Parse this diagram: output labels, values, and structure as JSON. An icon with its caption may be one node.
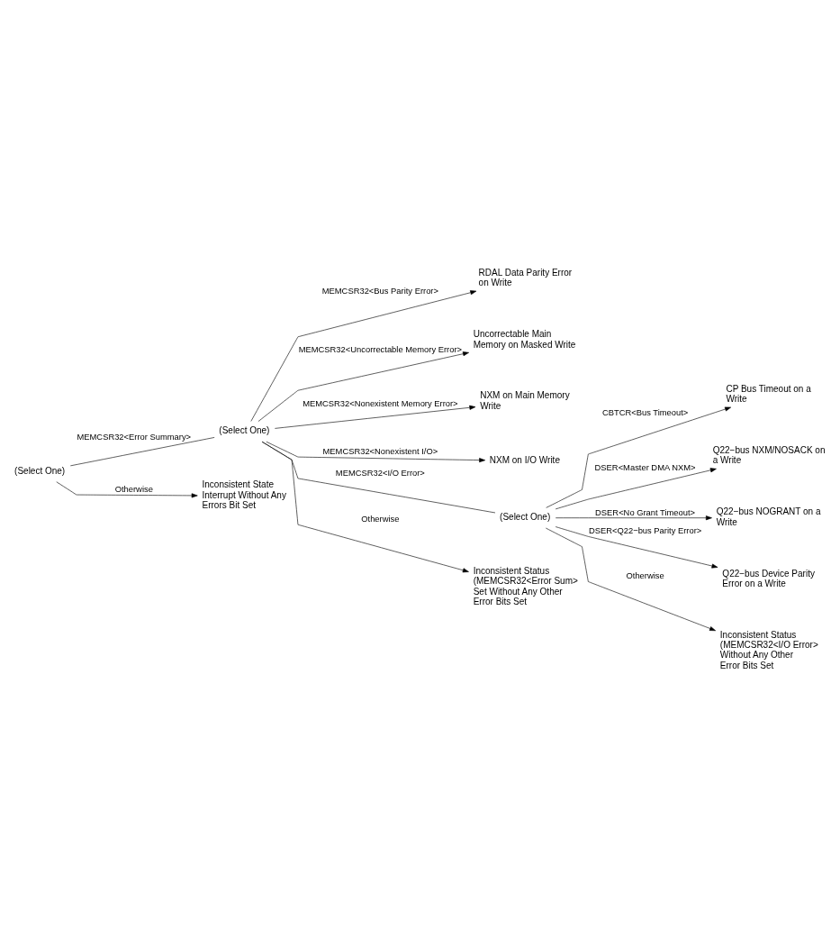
{
  "diagram": {
    "nodes": [
      {
        "text": [
          "(Select One)"
        ]
      },
      {
        "text": [
          "(Select One)"
        ]
      },
      {
        "text": [
          "RDAL Data Parity Error on Write"
        ]
      },
      {
        "text": [
          "Uncorrectable Main Memory on Masked Write"
        ]
      },
      {
        "text": [
          "NXM on Main Memory Write"
        ]
      },
      {
        "text": [
          "NXM on I/O Write"
        ]
      },
      {
        "text": [
          "(Select One)"
        ]
      },
      {
        "text": [
          "CP Bus Timeout on a Write"
        ]
      },
      {
        "text": [
          "Q22−bus NXM/NOSACK on a Write"
        ]
      },
      {
        "text": [
          "Q22−bus NOGRANT on a Write"
        ]
      },
      {
        "text": [
          "Q22−bus Device Parity Error on a Write"
        ]
      },
      {
        "text": [
          "Inconsistent Status (MEMCSR32<I/O Error> Without Any Other Error Bits Set"
        ]
      },
      {
        "text": [
          "Inconsistent Status (MEMCSR32<Error Sum> Set Without Any Other Error Bits Set"
        ]
      },
      {
        "text": [
          "Inconsistent State Interrupt Without Any Errors Bit Set"
        ]
      }
    ],
    "edges": [
      {
        "from": 0,
        "to": 1,
        "arrow": "none",
        "label": "MEMCSR32<Error Summary>"
      },
      {
        "from": 1,
        "to": 2,
        "arrow": "to",
        "label": "MEMCSR32<Bus Parity Error>"
      },
      {
        "from": 1,
        "to": 3,
        "arrow": "to",
        "label": "MEMCSR32<Uncorrectable Memory Error>"
      },
      {
        "from": 1,
        "to": 4,
        "arrow": "to",
        "label": "MEMCSR32<Nonexistent Memory Error>"
      },
      {
        "from": 1,
        "to": 5,
        "arrow": "to",
        "label": "MEMCSR32<Nonexistent I/O>"
      },
      {
        "from": 1,
        "to": 6,
        "arrow": "none",
        "label": "MEMCSR32<I/O Error>"
      },
      {
        "from": 6,
        "to": 7,
        "arrow": "to",
        "label": "CBTCR<Bus Timeout>"
      },
      {
        "from": 6,
        "to": 8,
        "arrow": "to",
        "label": "DSER<Master DMA NXM>"
      },
      {
        "from": 6,
        "to": 9,
        "arrow": "to",
        "label": "DSER<No Grant Timeout>"
      },
      {
        "from": 6,
        "to": 10,
        "arrow": "to",
        "label": "DSER<Q22−bus Parity Error>"
      },
      {
        "from": 6,
        "to": 11,
        "arrow": "to",
        "label": "Otherwise"
      },
      {
        "from": 1,
        "to": 12,
        "arrow": "to",
        "label": "Otherwise"
      },
      {
        "from": 0,
        "to": 13,
        "arrow": "to",
        "label": "Otherwise"
      }
    ]
  }
}
